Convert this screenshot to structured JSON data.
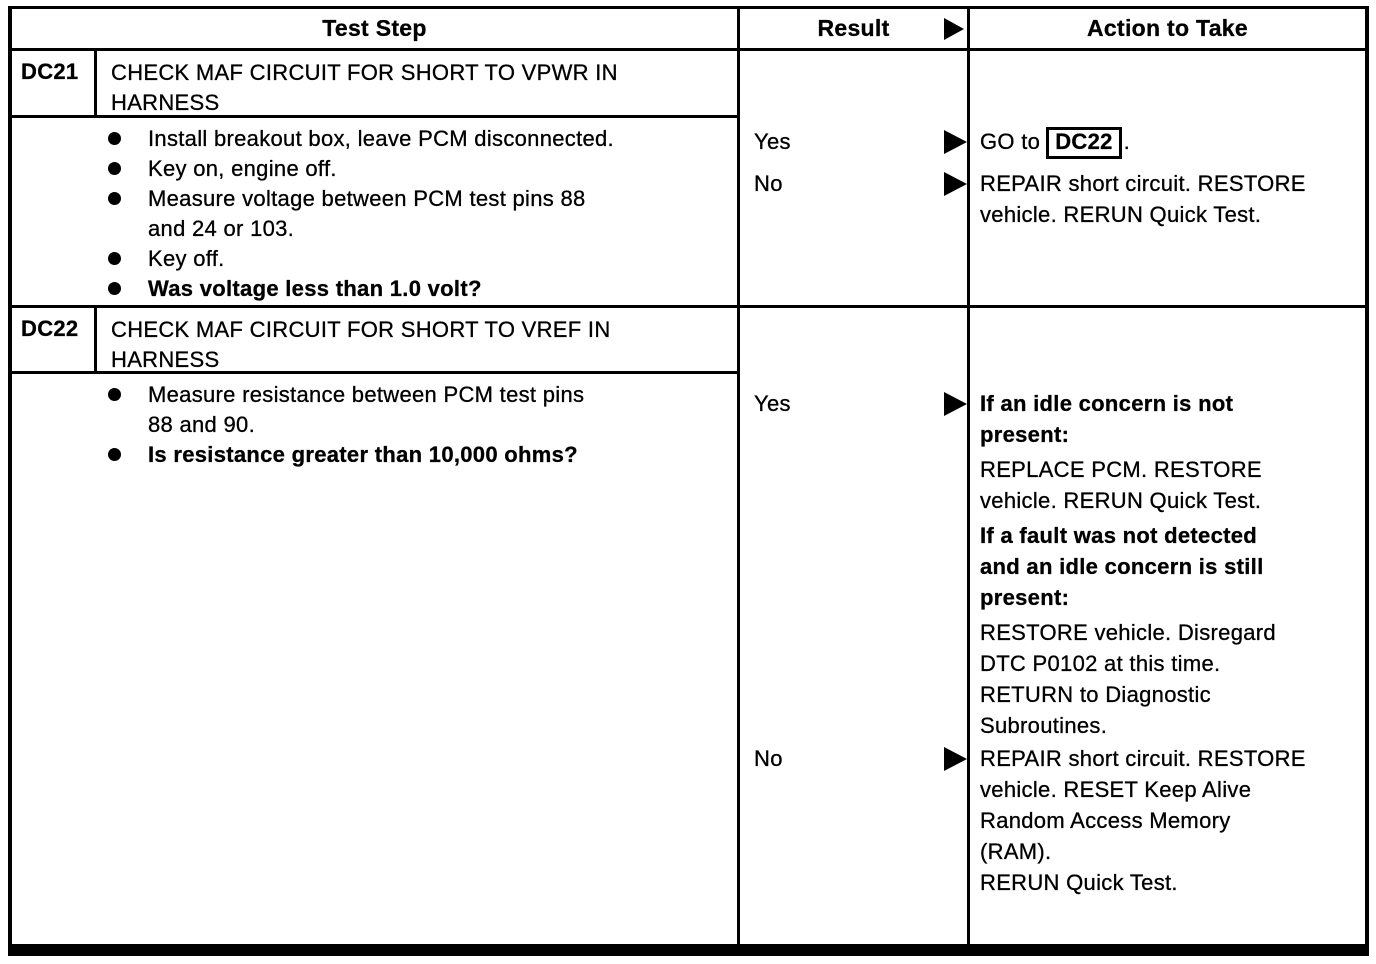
{
  "table": {
    "headers": {
      "test_step": "Test Step",
      "result": "Result",
      "action": "Action to Take"
    },
    "icons": {
      "result_arrow": "filled-right-arrowhead"
    },
    "colors": {
      "ink": "#000000",
      "paper": "#ffffff"
    },
    "tests": [
      {
        "id": "DC21",
        "title": "CHECK MAF CIRCUIT FOR SHORT TO VPWR IN\nHARNESS",
        "steps": [
          "Install breakout box, leave PCM disconnected.",
          "Key on, engine off.",
          "Measure voltage between PCM test pins 88\nand 24 or 103.",
          "Key off.",
          "Was voltage less than 1.0 volt?"
        ],
        "results": [
          {
            "label": "Yes",
            "action_prefix": "GO to",
            "action_code": "DC22",
            "action_suffix": "."
          },
          {
            "label": "No",
            "paragraphs": [
              "REPAIR short circuit. RESTORE\nvehicle. RERUN Quick Test."
            ]
          }
        ]
      },
      {
        "id": "DC22",
        "title": "CHECK MAF CIRCUIT FOR SHORT TO VREF IN\nHARNESS",
        "steps": [
          "Measure resistance between PCM test pins\n88 and 90.",
          "Is resistance greater than 10,000 ohms?"
        ],
        "results": [
          {
            "label": "Yes",
            "paragraphs": [
              "If an idle concern is not\npresent:",
              "REPLACE PCM. RESTORE\nvehicle. RERUN Quick Test.",
              "If a fault was not detected\nand an idle concern is still\npresent:",
              "RESTORE vehicle. Disregard\nDTC P0102 at this time.\nRETURN to Diagnostic\nSubroutines."
            ]
          },
          {
            "label": "No",
            "paragraphs": [
              "REPAIR short circuit. RESTORE\nvehicle. RESET Keep Alive\nRandom Access Memory\n(RAM).\nRERUN Quick Test."
            ]
          }
        ]
      }
    ]
  }
}
